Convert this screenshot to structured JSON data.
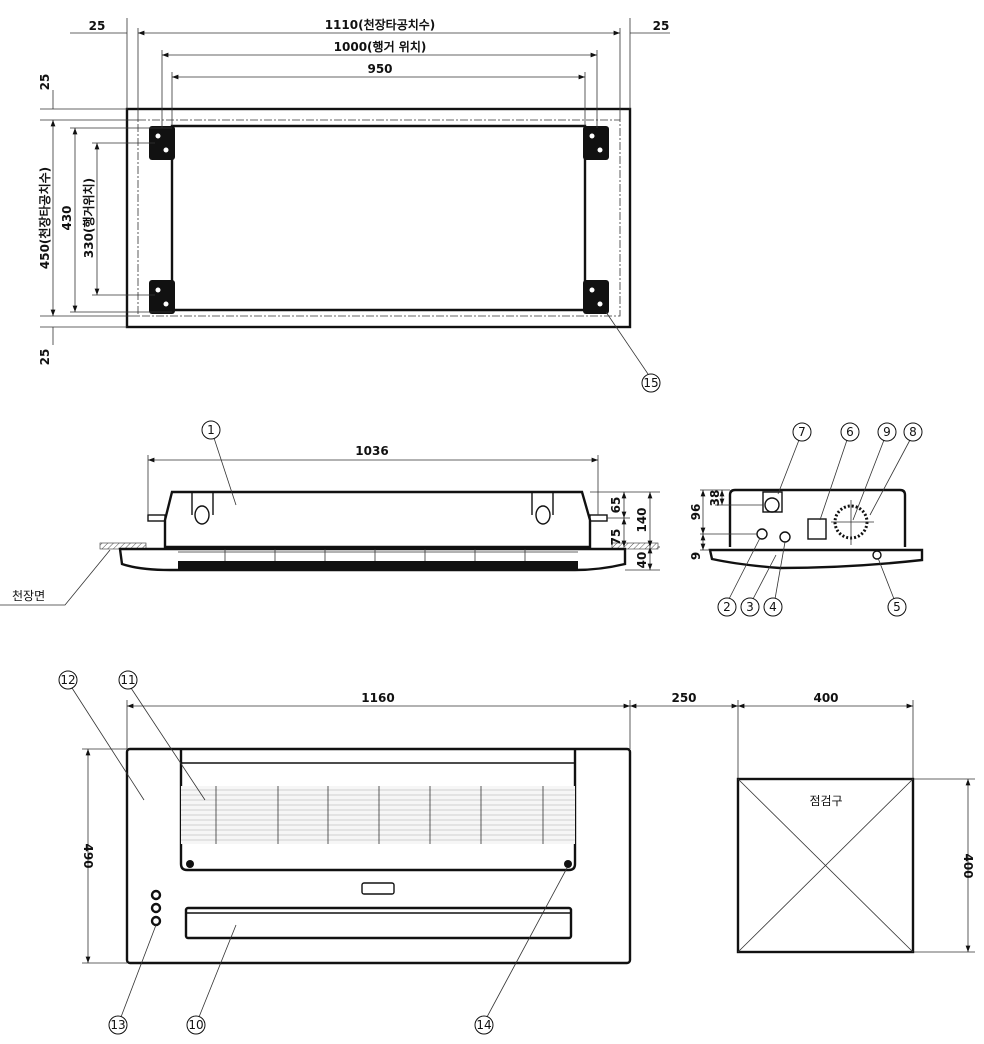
{
  "plan_view": {
    "dim_ceiling_opening_width": "1110(천장타공치수)",
    "dim_hanger_width": "1000(행거 위치)",
    "dim_body_width": "950",
    "dim_left_margin": "25",
    "dim_right_margin": "25",
    "dim_top_margin": "25",
    "dim_bottom_margin": "25",
    "dim_ceiling_opening_depth": "450(천장타공치수)",
    "dim_body_depth": "430",
    "dim_hanger_depth": "330(행거위치)",
    "callout_hanger": "15"
  },
  "side_view": {
    "callout_body": "1",
    "dim_hanger_span": "1036",
    "dim_65": "65",
    "dim_75": "75",
    "dim_140": "140",
    "dim_40": "40",
    "ceiling_label": "천장면"
  },
  "end_view": {
    "dim_38": "38",
    "dim_96": "96",
    "dim_9": "9",
    "callouts": [
      "7",
      "6",
      "9",
      "8",
      "2",
      "3",
      "4",
      "5"
    ]
  },
  "front_view": {
    "dim_width": "1160",
    "dim_height": "490",
    "dim_gap": "250",
    "callouts": [
      "12",
      "11",
      "13",
      "10",
      "14"
    ]
  },
  "inspection": {
    "label": "점검구",
    "dim_width": "400",
    "dim_height": "400"
  }
}
